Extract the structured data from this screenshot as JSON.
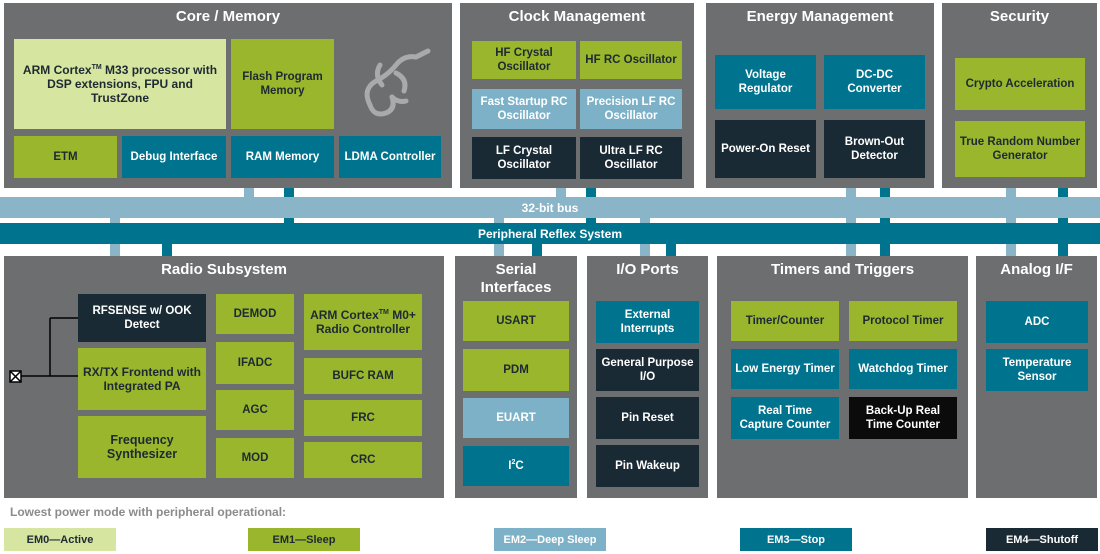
{
  "colors": {
    "panel": "#6d6e70",
    "em0": "#d6e5a0",
    "em1": "#9ab62d",
    "em2": "#7db1c8",
    "em3": "#00748e",
    "em4": "#1a2a34",
    "bus": "#8ab4c8",
    "prs": "#00748e"
  },
  "core": {
    "title": "Core / Memory",
    "cpu_pre": "ARM Cortex",
    "cpu_sup": "TM",
    "cpu_post": " M33 processor with DSP extensions, FPU and TrustZone",
    "flash": "Flash Program Memory",
    "etm": "ETM",
    "debug": "Debug Interface",
    "ram": "RAM Memory",
    "ldma": "LDMA Controller",
    "logo_icon": "gecko-logo-icon"
  },
  "clock": {
    "title": "Clock Management",
    "hfxo": "HF Crystal Oscillator",
    "hfrco": "HF RC Oscillator",
    "fsrco": "Fast Startup RC Oscillator",
    "plfrco": "Precision LF RC Oscillator",
    "lfxo": "LF Crystal Oscillator",
    "ulfrco": "Ultra LF RC Oscillator"
  },
  "energy": {
    "title": "Energy Management",
    "vreg": "Voltage Regulator",
    "dcdc": "DC-DC Converter",
    "por": "Power-On Reset",
    "bod": "Brown-Out Detector"
  },
  "security": {
    "title": "Security",
    "crypto": "Crypto Acceleration",
    "trng": "True Random Number Generator"
  },
  "buses": {
    "bus32": "32-bit bus",
    "prs": "Peripheral Reflex System"
  },
  "radio": {
    "title": "Radio Subsystem",
    "rfsense": "RFSENSE w/ OOK Detect",
    "frontend": "RX/TX Frontend with Integrated PA",
    "synth": "Frequency Synthesizer",
    "demod": "DEMOD",
    "ifadc": "IFADC",
    "agc": "AGC",
    "mod": "MOD",
    "m0_pre": "ARM Cortex",
    "m0_sup": "TM",
    "m0_post": " M0+ Radio Controller",
    "bufc": "BUFC RAM",
    "frc": "FRC",
    "crc": "CRC",
    "antenna_icon": "antenna-icon"
  },
  "serial": {
    "title": "Serial Interfaces",
    "usart": "USART",
    "pdm": "PDM",
    "euart": "EUART",
    "i2c_pre": "I",
    "i2c_sup": "2",
    "i2c_post": "C"
  },
  "io": {
    "title": "I/O Ports",
    "extint": "External Interrupts",
    "gpio": "General Purpose I/O",
    "pinreset": "Pin Reset",
    "pinwakeup": "Pin Wakeup"
  },
  "timers": {
    "title": "Timers and Triggers",
    "timer": "Timer/Counter",
    "protocol": "Protocol Timer",
    "letimer": "Low Energy Timer",
    "watchdog": "Watchdog Timer",
    "rtcc": "Real Time Capture Counter",
    "burtc": "Back-Up Real Time Counter"
  },
  "analog": {
    "title": "Analog I/F",
    "adc": "ADC",
    "temp": "Temperature Sensor"
  },
  "legend": {
    "caption": "Lowest power mode with peripheral operational:",
    "em0": "EM0—Active",
    "em1": "EM1—Sleep",
    "em2": "EM2—Deep Sleep",
    "em3": "EM3—Stop",
    "em4": "EM4—Shutoff"
  }
}
